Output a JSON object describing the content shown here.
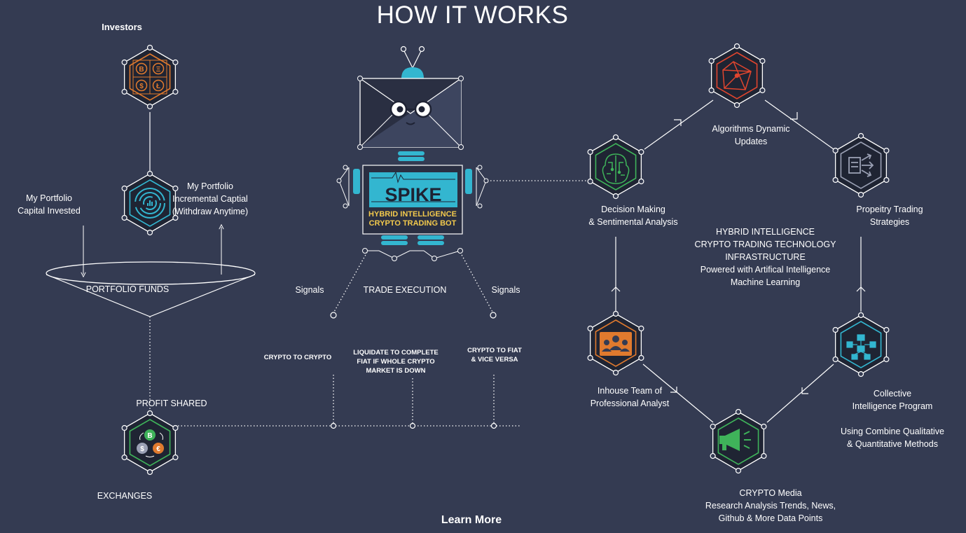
{
  "title": "HOW IT WORKS",
  "learn_more": "Learn More",
  "robot": {
    "name": "SPIKE",
    "tagline_1": "HYBRID INTELLIGENCE",
    "tagline_2": "CRYPTO TRADING BOT"
  },
  "left": {
    "investors": "Investors",
    "capital_invested": [
      "My Portfolio",
      "Capital Invested"
    ],
    "incremental": [
      "My Portfolio",
      "Incremental Captial",
      "(Withdraw Anytime)"
    ],
    "portfolio_funds": "PORTFOLIO FUNDS",
    "profit_shared": "PROFIT SHARED",
    "exchanges": "EXCHANGES"
  },
  "center": {
    "signals_left": "Signals",
    "trade_execution": "TRADE EXECUTION",
    "signals_right": "Signals",
    "crypto_to_crypto": "CRYPTO TO CRYPTO",
    "liquidate": [
      "LIQUIDATE TO COMPLETE",
      "FIAT IF WHOLE CRYPTO",
      "MARKET IS DOWN"
    ],
    "crypto_to_fiat": [
      "CRYPTO TO FIAT",
      "& VICE VERSA"
    ]
  },
  "right": {
    "decision": [
      "Decision Making",
      "& Sentimental Analysis"
    ],
    "algorithms": [
      "Algorithms Dynamic",
      "Updates"
    ],
    "proprietary": [
      "Propeitry Trading",
      "Strategies"
    ],
    "center_text": [
      "HYBRID INTELLIGENCE",
      "CRYPTO TRADING TECHNOLOGY",
      "INFRASTRUCTURE",
      "Powered with Artifical Intelligence",
      "Machine Learning"
    ],
    "inhouse": [
      "Inhouse Team of",
      "Professional Analyst"
    ],
    "collective": [
      "Collective",
      "Intelligence Program"
    ],
    "combine": [
      "Using Combine Qualitative",
      "& Quantitative Methods"
    ],
    "media": [
      "CRYPTO Media",
      "Research Analysis Trends, News,",
      "Github & More Data Points"
    ]
  },
  "colors": {
    "background": "#343b52",
    "orange": "#e07a2e",
    "cyan": "#33b6d0",
    "green": "#3fb35a",
    "red": "#e0452e",
    "gray": "#9aa0b4",
    "yellow": "#f2c94c"
  },
  "icons": {
    "investors": "crypto-coins-icon",
    "portfolio": "fingerprint-chart-icon",
    "exchanges": "currency-exchange-icon",
    "decision": "brain-circuit-icon",
    "algorithms": "network-polygon-icon",
    "proprietary": "strategy-arrows-icon",
    "inhouse": "team-analysts-icon",
    "collective": "hierarchy-network-icon",
    "media": "megaphone-icon"
  }
}
